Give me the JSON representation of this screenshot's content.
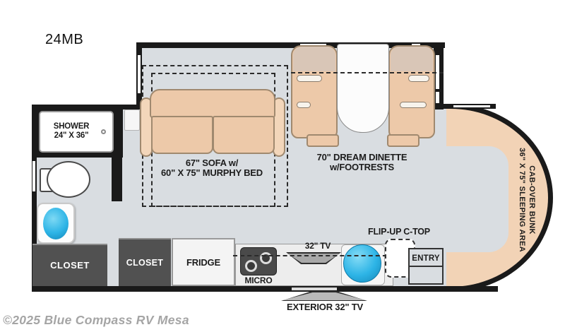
{
  "title": "24MB",
  "watermark": "©2025 Blue Compass RV Mesa",
  "rooms": {
    "shower": {
      "line1": "SHOWER",
      "line2": "24\" X 36\""
    },
    "sofa": {
      "line1": "67\" SOFA w/",
      "line2": "60\" X 75\" MURPHY BED"
    },
    "dinette": {
      "line1": "70\" DREAM DINETTE",
      "line2": "w/FOOTRESTS"
    },
    "cab_bunk": {
      "line1": "CAB-OVER BUNK",
      "line2": "36\" X 75\" SLEEPING AREA"
    },
    "closet_left": "CLOSET",
    "closet_right": "CLOSET",
    "fridge": "FRIDGE",
    "micro": "MICRO",
    "tv": "32\" TV",
    "flip_up_ctop": "FLIP-UP C-TOP",
    "entry": "ENTRY",
    "exterior_tv": "EXTERIOR 32\" TV"
  },
  "colors": {
    "floor": "#d9dde1",
    "wall": "#1a1a1a",
    "cab_tan": "#f2d3b6",
    "sofa_tan": "#edc9a9",
    "seatback_tan": "#d9c6b7",
    "sink_blue": "#2db4e6",
    "cabinet_dark": "#515151",
    "counter_gray": "#ededed",
    "watermark_gray": "#a5a5a5"
  }
}
